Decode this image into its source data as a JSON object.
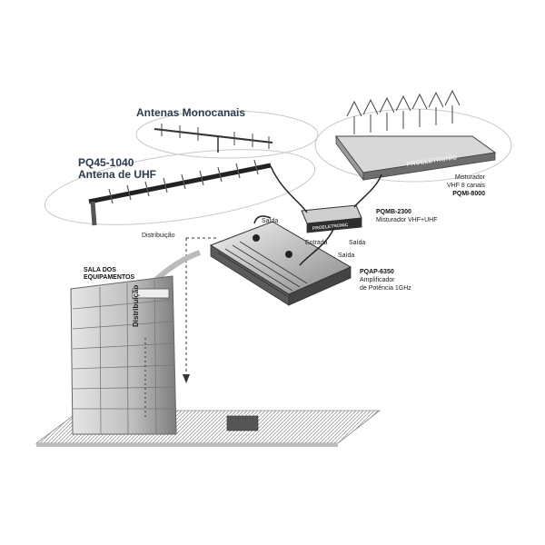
{
  "labels": {
    "monochannel_antennas": "Antenas Monocanais",
    "uhf_model": "PQ45-1040",
    "uhf_name": "Antena de UHF",
    "mixer8_line1": "Misturador",
    "mixer8_line2": "VHF 8 canais",
    "mixer8_model": "PQMI-8000",
    "mixer_vu_model": "PQMB-2300",
    "mixer_vu_name": "Misturador VHF+UHF",
    "amp_model": "PQAP-6350",
    "amp_line1": "Amplificador",
    "amp_line2": "de Potência 1GHz",
    "saida_top": "Saída",
    "saida_mid": "Saída",
    "saida_low": "Saída",
    "entrada": "Entrada",
    "distribuicao": "Distribuição",
    "sala_line1": "SALA DOS",
    "sala_line2": "EQUIPAMENTOS",
    "building_vertical": "Distribuição",
    "mixer8_brand": "PROELETRONIC",
    "mixer_vu_brand": "PROELETRONIC"
  },
  "colors": {
    "ink": "#1a1a1a",
    "title_blue": "#2a3b4d",
    "metal_light": "#d9d9d9",
    "metal_dark": "#3a3a3a",
    "building": "#8c8c8c"
  }
}
